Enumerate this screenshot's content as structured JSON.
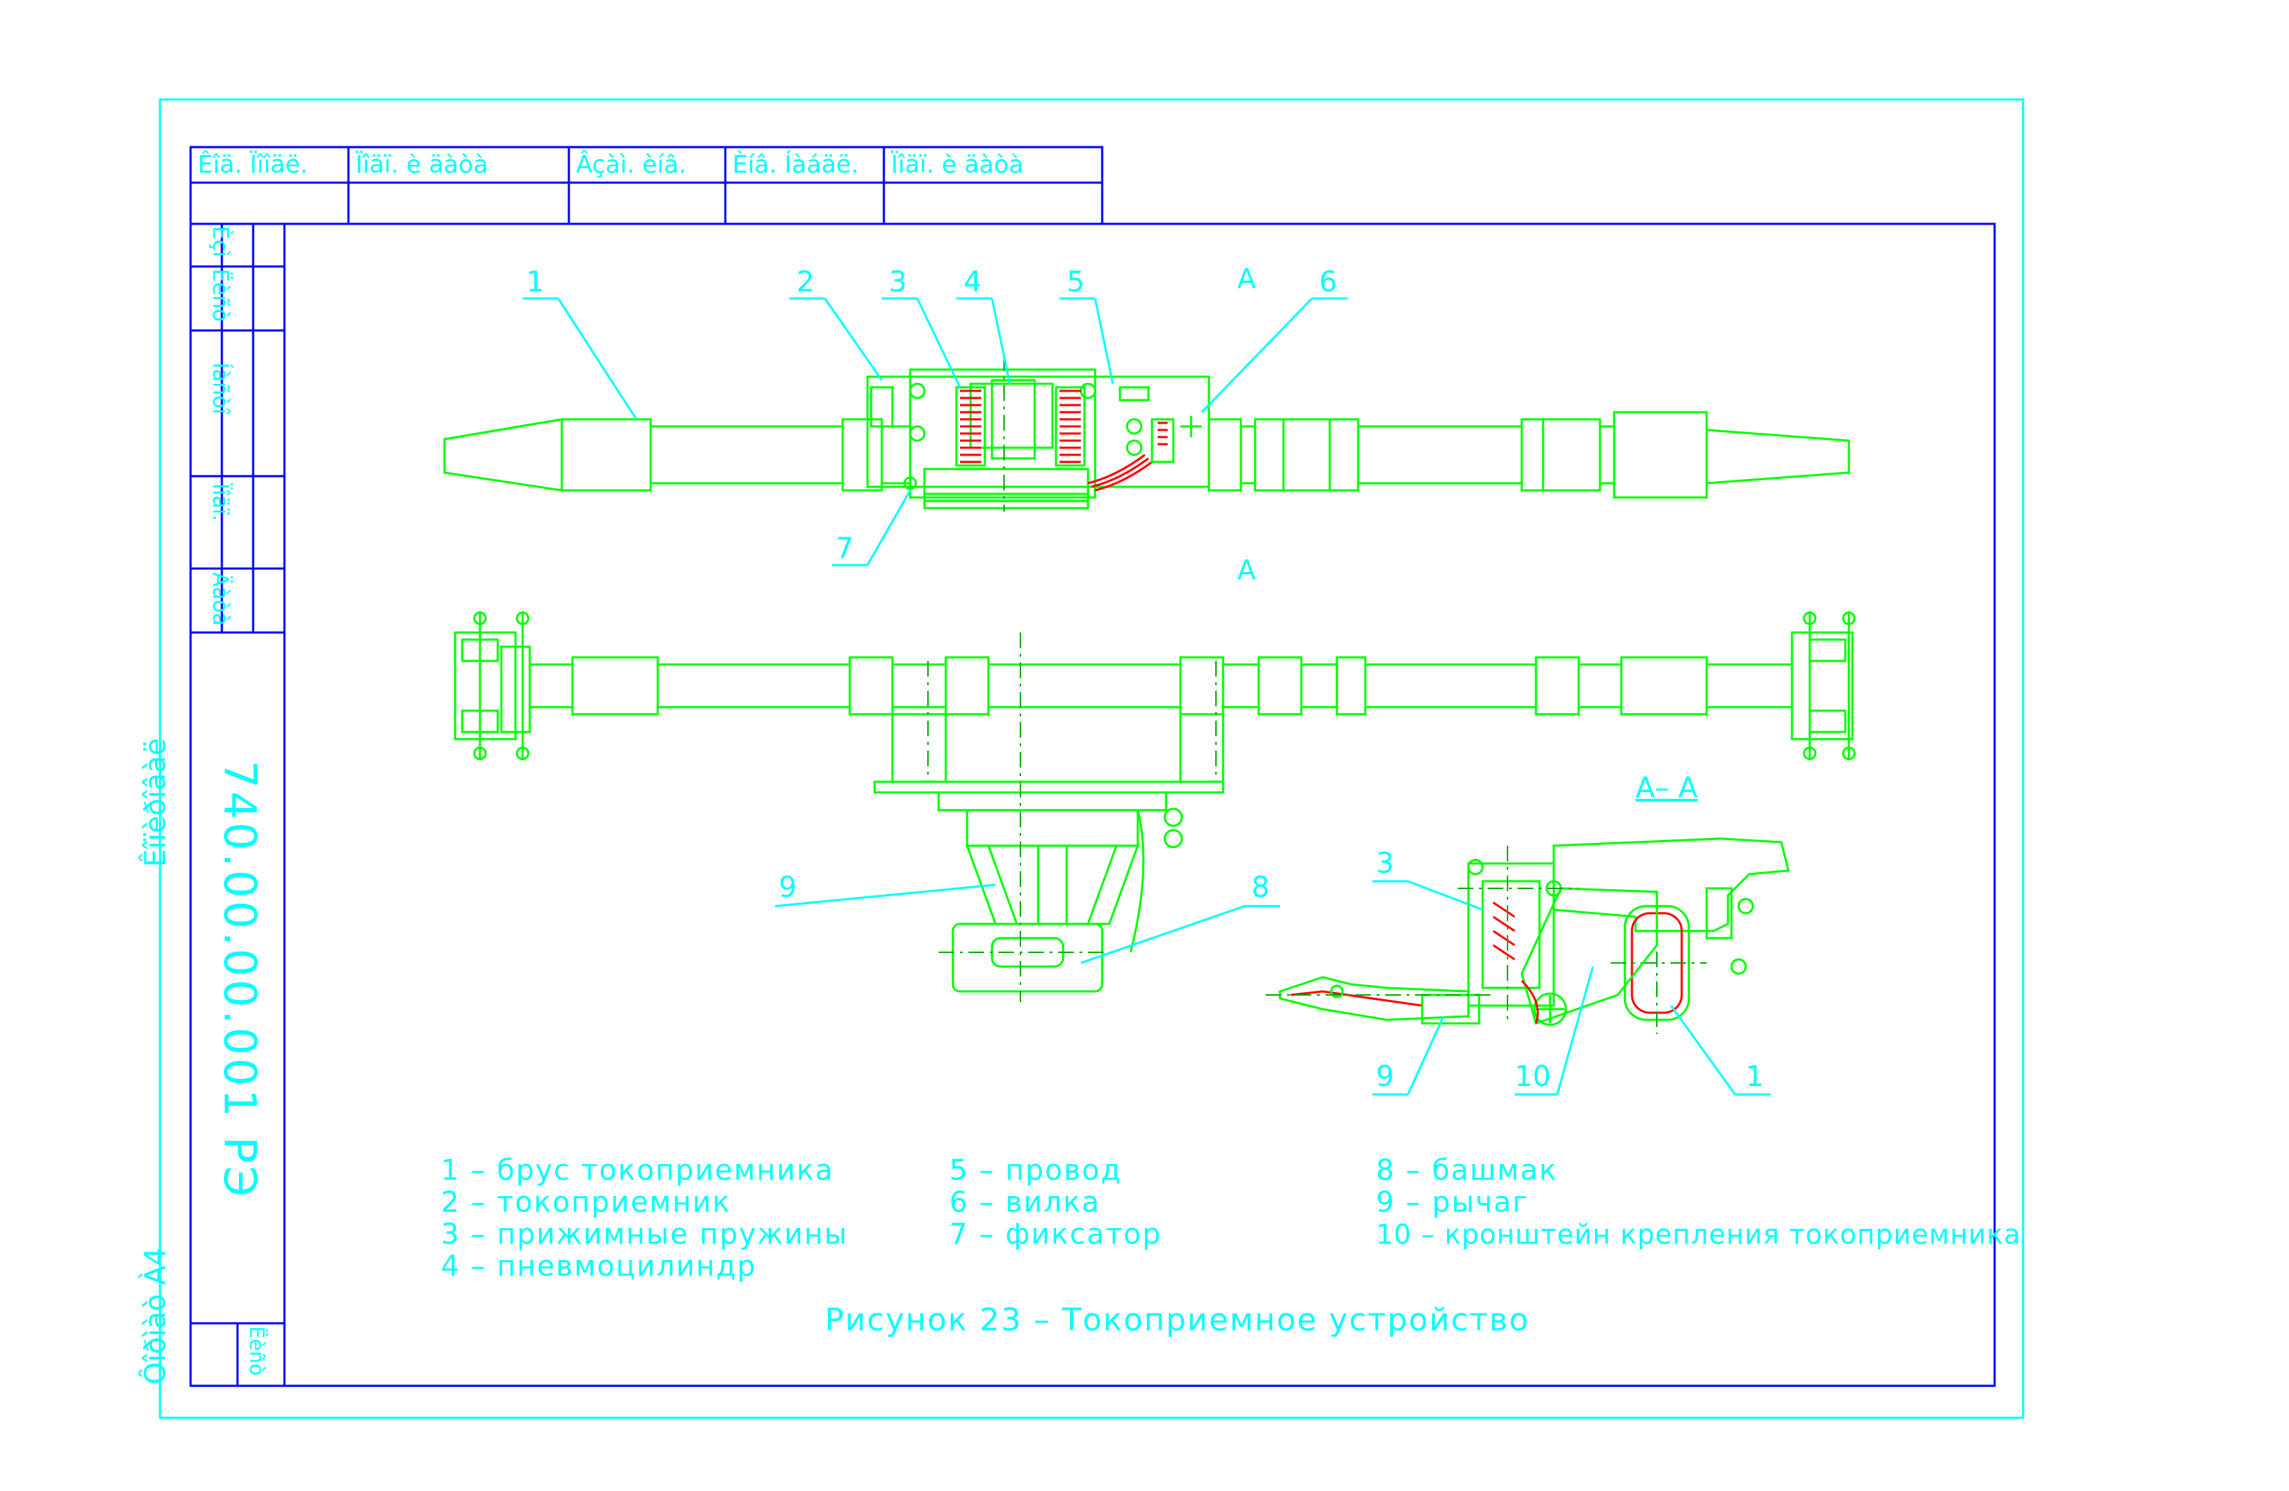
{
  "title_block_top": {
    "cells": [
      "Êîä. Ïîîäë.",
      "Ïîäï. è äàòà",
      "Âçàì. èíâ.",
      "Èíâ. Íàáäë.",
      "Ïîäï. è äàòà"
    ]
  },
  "left_strip": {
    "cells": [
      "Èçì",
      "Ëèñò",
      "Íàñòî",
      "Ïîäï.",
      "Äàòà"
    ]
  },
  "document_code": "740.00.00.001 РЭ",
  "copied": "Êîïèðîâàë",
  "format": "Ôîðìàò  À4",
  "sheet": "Ëèñò",
  "section": {
    "mark": "A",
    "label": "А– А"
  },
  "callouts": [
    "1",
    "2",
    "3",
    "4",
    "5",
    "6",
    "7",
    "8",
    "9",
    "10"
  ],
  "legend": {
    "col1": [
      "1 – брус токоприемника",
      "2 – токоприемник",
      "3 – прижимные пружины",
      "4 – пневмоцилиндр"
    ],
    "col2": [
      "5 – провод",
      "6 – вилка",
      "7 – фиксатор"
    ],
    "col3": [
      "8 – башмак",
      "9 – рычаг",
      "10 – кронштейн крепления токоприемника"
    ]
  },
  "caption": "Рисунок 23 – Токоприемное устройство",
  "colors": {
    "frame_outer": "#00ffff",
    "frame_inner": "#0000ff",
    "parts": "#00ff00",
    "springs": "#ff0000",
    "text": "#00ffff"
  }
}
